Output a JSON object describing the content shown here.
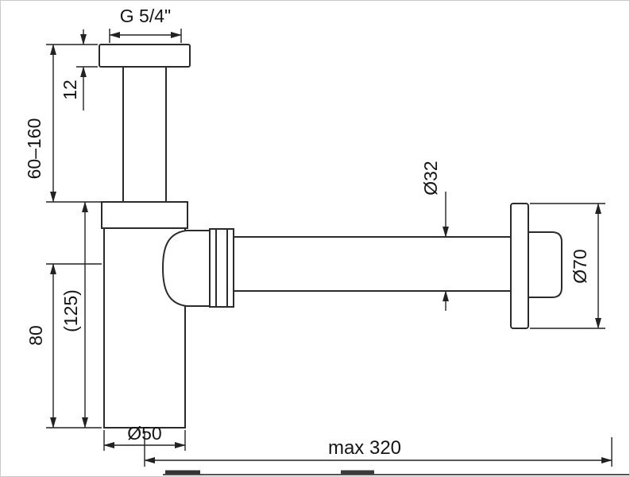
{
  "drawing": {
    "labels": {
      "thread_size": "G 5/4\"",
      "flange_height": "12",
      "adjustable_height": "60–160",
      "cup_depth": "80",
      "overall_depth": "(125)",
      "cup_diameter": "Ø50",
      "pipe_diameter": "Ø32",
      "rosette_diameter": "Ø70",
      "max_reach": "max 320"
    },
    "colors": {
      "outline": "#2b2b2b",
      "dimension": "#222222",
      "background": "#ffffff",
      "page_border": "#c9c9c9"
    }
  }
}
